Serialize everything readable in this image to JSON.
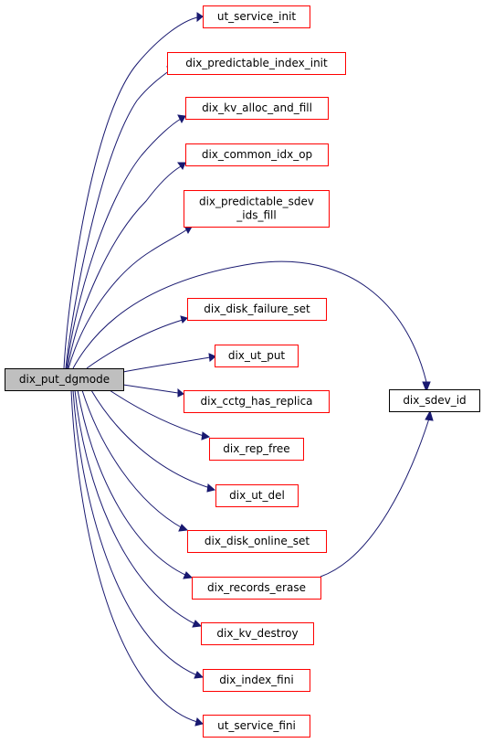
{
  "graph": {
    "root": {
      "id": "root",
      "lines": [
        "dix_put_dgmode"
      ]
    },
    "callees": [
      {
        "id": "ut_service_init",
        "lines": [
          "ut_service_init"
        ]
      },
      {
        "id": "dix_predictable_index_init",
        "lines": [
          "dix_predictable_index_init"
        ]
      },
      {
        "id": "dix_kv_alloc_and_fill",
        "lines": [
          "dix_kv_alloc_and_fill"
        ]
      },
      {
        "id": "dix_common_idx_op",
        "lines": [
          "dix_common_idx_op"
        ]
      },
      {
        "id": "dix_predictable_sdev_ids_fill",
        "lines": [
          "dix_predictable_sdev",
          "_ids_fill"
        ]
      },
      {
        "id": "dix_disk_failure_set",
        "lines": [
          "dix_disk_failure_set"
        ]
      },
      {
        "id": "dix_ut_put",
        "lines": [
          "dix_ut_put"
        ]
      },
      {
        "id": "dix_cctg_has_replica",
        "lines": [
          "dix_cctg_has_replica"
        ]
      },
      {
        "id": "dix_rep_free",
        "lines": [
          "dix_rep_free"
        ]
      },
      {
        "id": "dix_ut_del",
        "lines": [
          "dix_ut_del"
        ]
      },
      {
        "id": "dix_disk_online_set",
        "lines": [
          "dix_disk_online_set"
        ]
      },
      {
        "id": "dix_records_erase",
        "lines": [
          "dix_records_erase"
        ]
      },
      {
        "id": "dix_kv_destroy",
        "lines": [
          "dix_kv_destroy"
        ]
      },
      {
        "id": "dix_index_fini",
        "lines": [
          "dix_index_fini"
        ]
      },
      {
        "id": "ut_service_fini",
        "lines": [
          "ut_service_fini"
        ]
      },
      {
        "id": "dix_sdev_id",
        "lines": [
          "dix_sdev_id"
        ]
      }
    ],
    "edges": [
      {
        "from": "root",
        "to": "ut_service_init"
      },
      {
        "from": "root",
        "to": "dix_predictable_index_init"
      },
      {
        "from": "root",
        "to": "dix_kv_alloc_and_fill"
      },
      {
        "from": "root",
        "to": "dix_common_idx_op"
      },
      {
        "from": "root",
        "to": "dix_predictable_sdev_ids_fill"
      },
      {
        "from": "root",
        "to": "dix_sdev_id"
      },
      {
        "from": "root",
        "to": "dix_disk_failure_set"
      },
      {
        "from": "root",
        "to": "dix_ut_put"
      },
      {
        "from": "root",
        "to": "dix_cctg_has_replica"
      },
      {
        "from": "root",
        "to": "dix_rep_free"
      },
      {
        "from": "root",
        "to": "dix_ut_del"
      },
      {
        "from": "root",
        "to": "dix_disk_online_set"
      },
      {
        "from": "root",
        "to": "dix_records_erase"
      },
      {
        "from": "root",
        "to": "dix_kv_destroy"
      },
      {
        "from": "root",
        "to": "dix_index_fini"
      },
      {
        "from": "root",
        "to": "ut_service_fini"
      },
      {
        "from": "dix_records_erase",
        "to": "dix_sdev_id"
      }
    ],
    "colors": {
      "root_fill": "#bfbfbf",
      "root_border": "#000000",
      "callee_border": "#ff0000",
      "leaf_border": "#000000",
      "edge": "#191970"
    }
  }
}
